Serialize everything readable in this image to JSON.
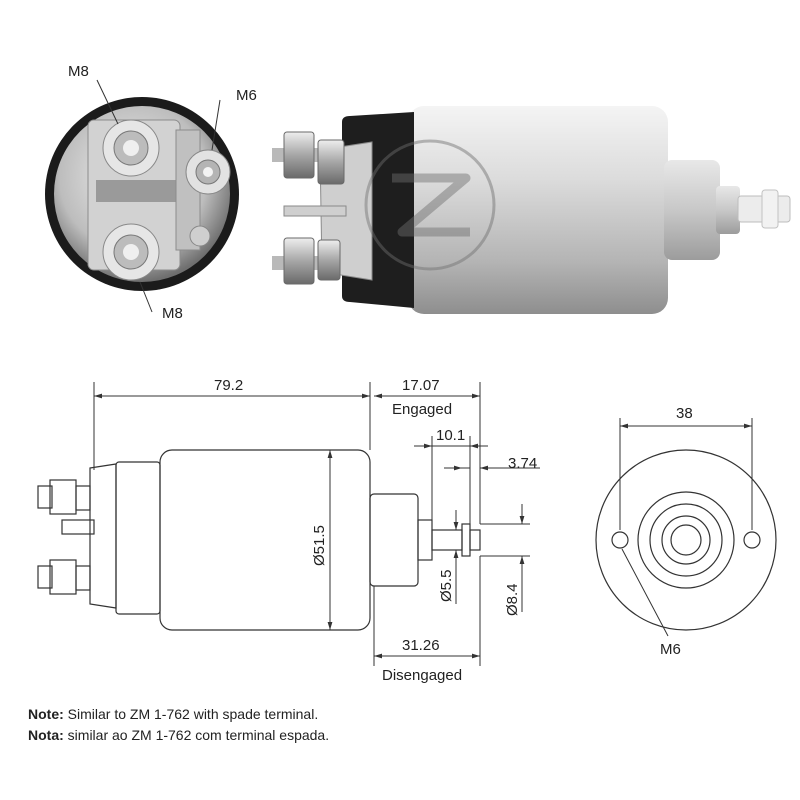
{
  "photo_labels": {
    "terminal_top": "M8",
    "terminal_small": "M6",
    "terminal_bottom": "M8"
  },
  "dimensions": {
    "overall_length": "79.2",
    "engaged_travel": "17.07",
    "engaged_label": "Engaged",
    "plunger_step": "10.1",
    "tip_length": "3.74",
    "body_diameter": "Ø51.5",
    "shaft_diameter": "Ø5.5",
    "tip_diameter": "Ø8.4",
    "disengaged_travel": "31.26",
    "disengaged_label": "Disengaged",
    "mount_spacing": "38",
    "mount_thread": "M6"
  },
  "notes": [
    {
      "label": "Note:",
      "text": "Similar to ZM 1-762 with spade terminal."
    },
    {
      "label": "Nota:",
      "text": "similar ao ZM 1-762 com terminal espada."
    }
  ],
  "colors": {
    "steel_light": "#e6e6e6",
    "steel_dark": "#9a9a9a",
    "cap_black": "#1e1e1e",
    "line": "#333333"
  }
}
